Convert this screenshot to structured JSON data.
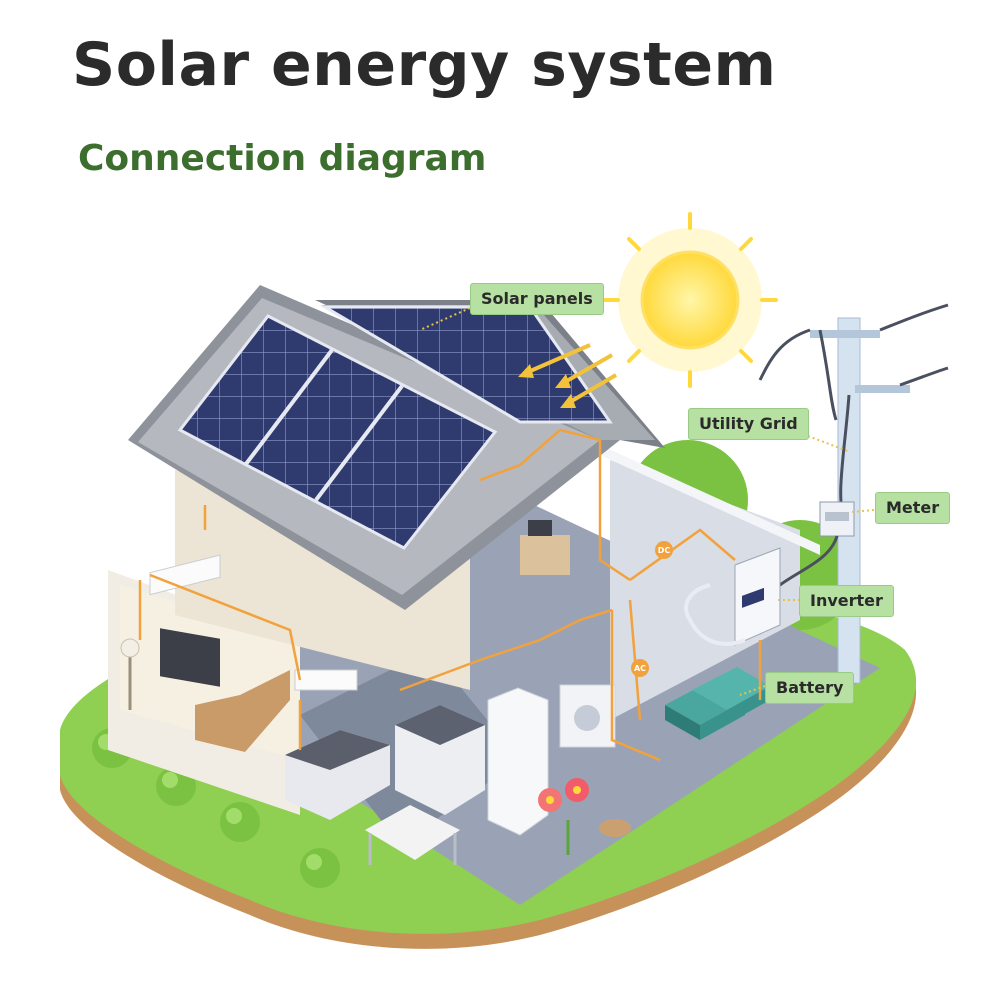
{
  "header": {
    "title": "Solar energy system",
    "subtitle": "Connection diagram"
  },
  "callouts": {
    "solar_panels": "Solar panels",
    "utility_grid": "Utility Grid",
    "meter": "Meter",
    "inverter": "Inverter",
    "battery": "Battery"
  },
  "wire_tags": {
    "dc": "DC",
    "ac": "AC"
  },
  "colors": {
    "title": "#2b2b2b",
    "subtitle": "#3c6e2e",
    "callout_fill": "#b7e0a3",
    "wire": "#f2a23c",
    "grass": "#8fcf52",
    "sun": "#ffd93b"
  }
}
